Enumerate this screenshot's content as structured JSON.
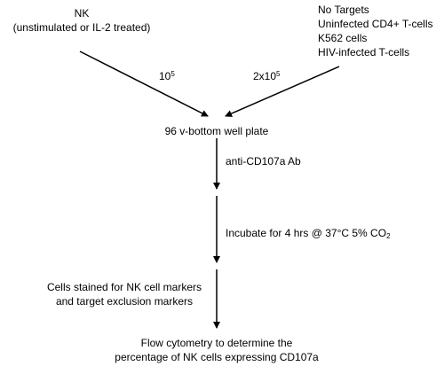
{
  "nk": {
    "title": "NK",
    "subtitle": "(unstimulated or IL-2 treated)",
    "count_base": "10",
    "count_exp": "5"
  },
  "targets": {
    "lines": [
      "No Targets",
      "Uninfected CD4+ T-cells",
      "K562 cells",
      "HIV-infected T-cells"
    ],
    "count_base": "2x10",
    "count_exp": "5"
  },
  "plate": "96 v-bottom well plate",
  "antibody": "anti-CD107a Ab",
  "incubate": {
    "prefix": "Incubate for 4 hrs @ 37°C 5% CO",
    "sub": "2"
  },
  "stain": {
    "line1": "Cells stained for NK cell markers",
    "line2": "and target exclusion markers"
  },
  "flow": {
    "line1": "Flow cytometry to determine the",
    "line2": "percentage of NK cells expressing CD107a"
  }
}
